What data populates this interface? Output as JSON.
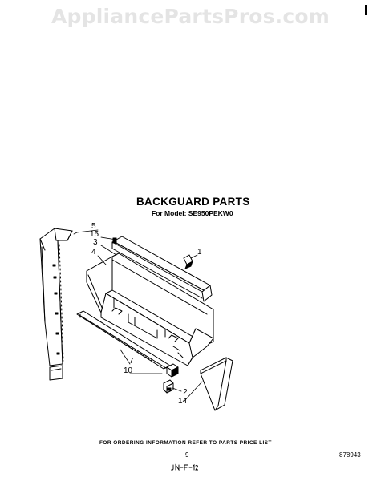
{
  "watermark": "AppliancePartsPros.com",
  "title": "BACKGUARD PARTS",
  "subtitle": "For Model: SE950PEKW0",
  "callouts": [
    "5",
    "15",
    "3",
    "4",
    "1",
    "7",
    "10",
    "2",
    "14"
  ],
  "footer": {
    "note": "FOR ORDERING INFORMATION REFER TO PARTS PRICE LIST",
    "page_number": "9",
    "doc_number": "878943",
    "handwritten": "JN-F-12"
  }
}
